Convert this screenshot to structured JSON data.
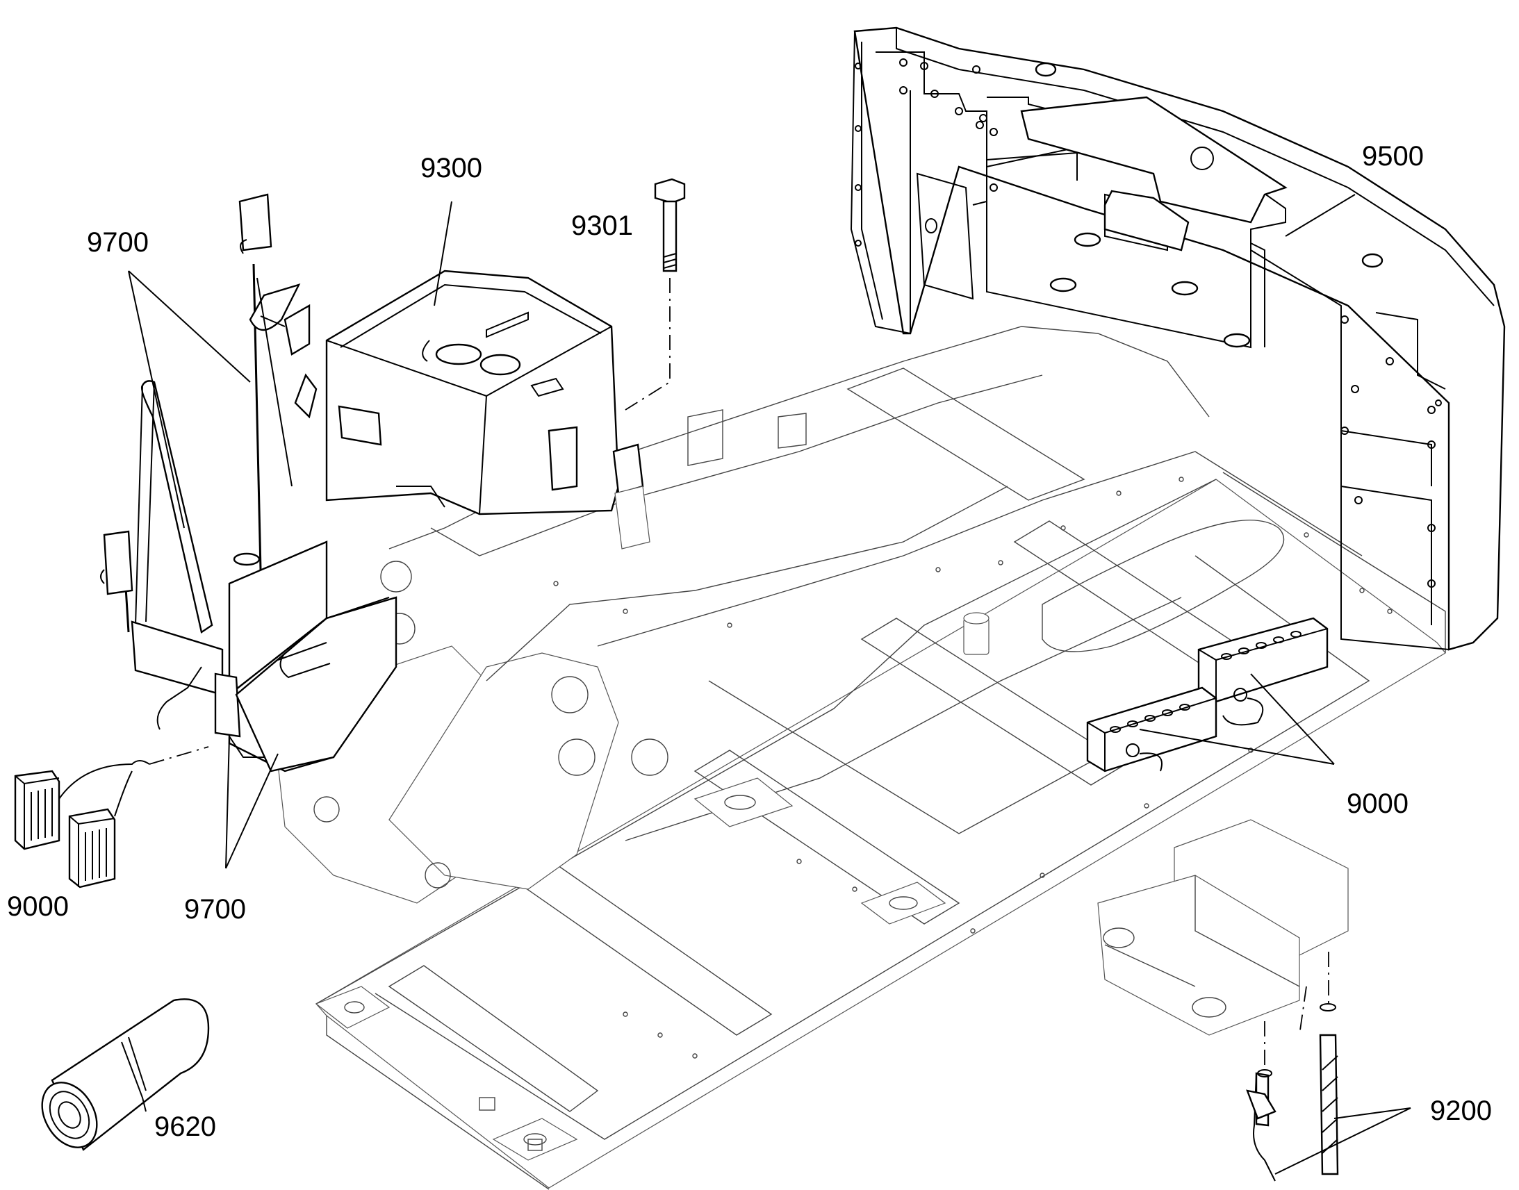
{
  "diagram": {
    "labels": {
      "seat_frame": "9700",
      "seat_frame_lower": "9700",
      "tank": "9300",
      "bolt": "9301",
      "counterweight": "9500",
      "battery": "9000",
      "pedal_pads": "9000",
      "mat": "9620",
      "ground_cable": "9200"
    }
  }
}
